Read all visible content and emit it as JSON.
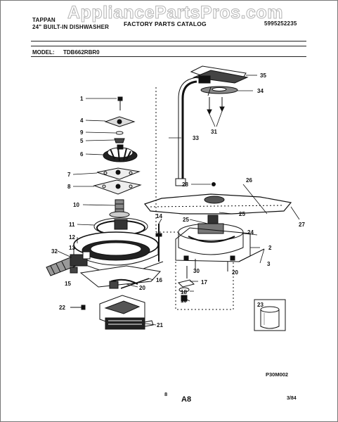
{
  "watermark": "AppliancePartsPros.com",
  "header": {
    "brand": "TAPPAN",
    "product": "24\" BUILT-IN DISHWASHER",
    "catalog_title": "FACTORY PARTS CATALOG",
    "catalog_number": "5995252235",
    "model_label": "MODEL:",
    "model_number": "TDB662RBR0"
  },
  "callouts": [
    "1",
    "4",
    "9",
    "5",
    "6",
    "7",
    "8",
    "10",
    "11",
    "12",
    "13",
    "32",
    "15",
    "14",
    "33",
    "35",
    "34",
    "31",
    "26",
    "28",
    "25",
    "27",
    "25",
    "24",
    "2",
    "3",
    "30",
    "20",
    "17",
    "18",
    "19",
    "16",
    "20",
    "22",
    "21",
    "23"
  ],
  "footer": {
    "figure_code": "P30M002",
    "page_number": "8",
    "section": "A8",
    "date": "3/84"
  }
}
